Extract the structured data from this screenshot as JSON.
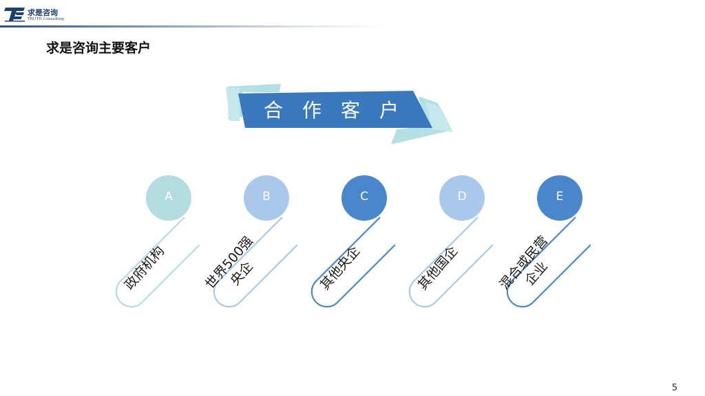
{
  "header": {
    "logo_cn": "求是咨询",
    "logo_en": "TRUTH Consulting"
  },
  "slide": {
    "title": "求是咨询主要客户",
    "banner_text": "合作客户",
    "page_number": "5"
  },
  "colors": {
    "banner_blue": "#3a78be",
    "banner_teal": "#a6dbdd",
    "teal_light": "#b4dcde",
    "blue_light": "#a9c8ec",
    "blue_mid": "#4a86cc"
  },
  "cards": [
    {
      "letter": "A",
      "label": "政府机构",
      "color": "#b4dcde"
    },
    {
      "letter": "B",
      "label": "世界500强央企",
      "color": "#a9c8ec"
    },
    {
      "letter": "C",
      "label": "其他央企",
      "color": "#4a86cc"
    },
    {
      "letter": "D",
      "label": "其他国企",
      "color": "#a9c8ec"
    },
    {
      "letter": "E",
      "label": "混合或民营企业",
      "color": "#4a86cc"
    }
  ]
}
